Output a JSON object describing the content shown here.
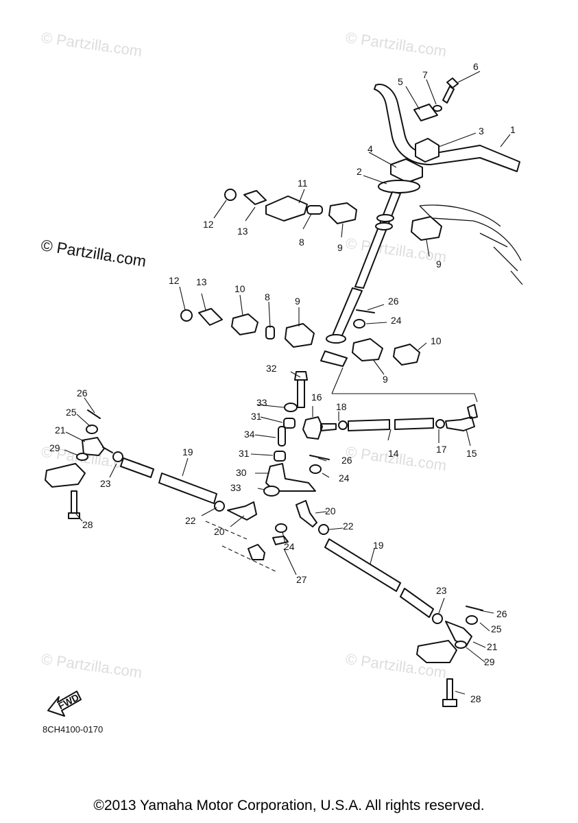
{
  "watermarks": {
    "main": "© Partzilla.com",
    "faint": "© Partzilla.com"
  },
  "diagram_code": "8CH4100-0170",
  "fwd_label": "FWD",
  "copyright": "©2013 Yamaha Motor Corporation, U.S.A. All rights reserved.",
  "callouts": [
    "1",
    "2",
    "3",
    "4",
    "5",
    "6",
    "7",
    "8",
    "9",
    "10",
    "11",
    "12",
    "13",
    "14",
    "15",
    "16",
    "17",
    "18",
    "19",
    "20",
    "21",
    "22",
    "23",
    "24",
    "25",
    "26",
    "27",
    "28",
    "29",
    "30",
    "31",
    "32",
    "33",
    "34"
  ]
}
